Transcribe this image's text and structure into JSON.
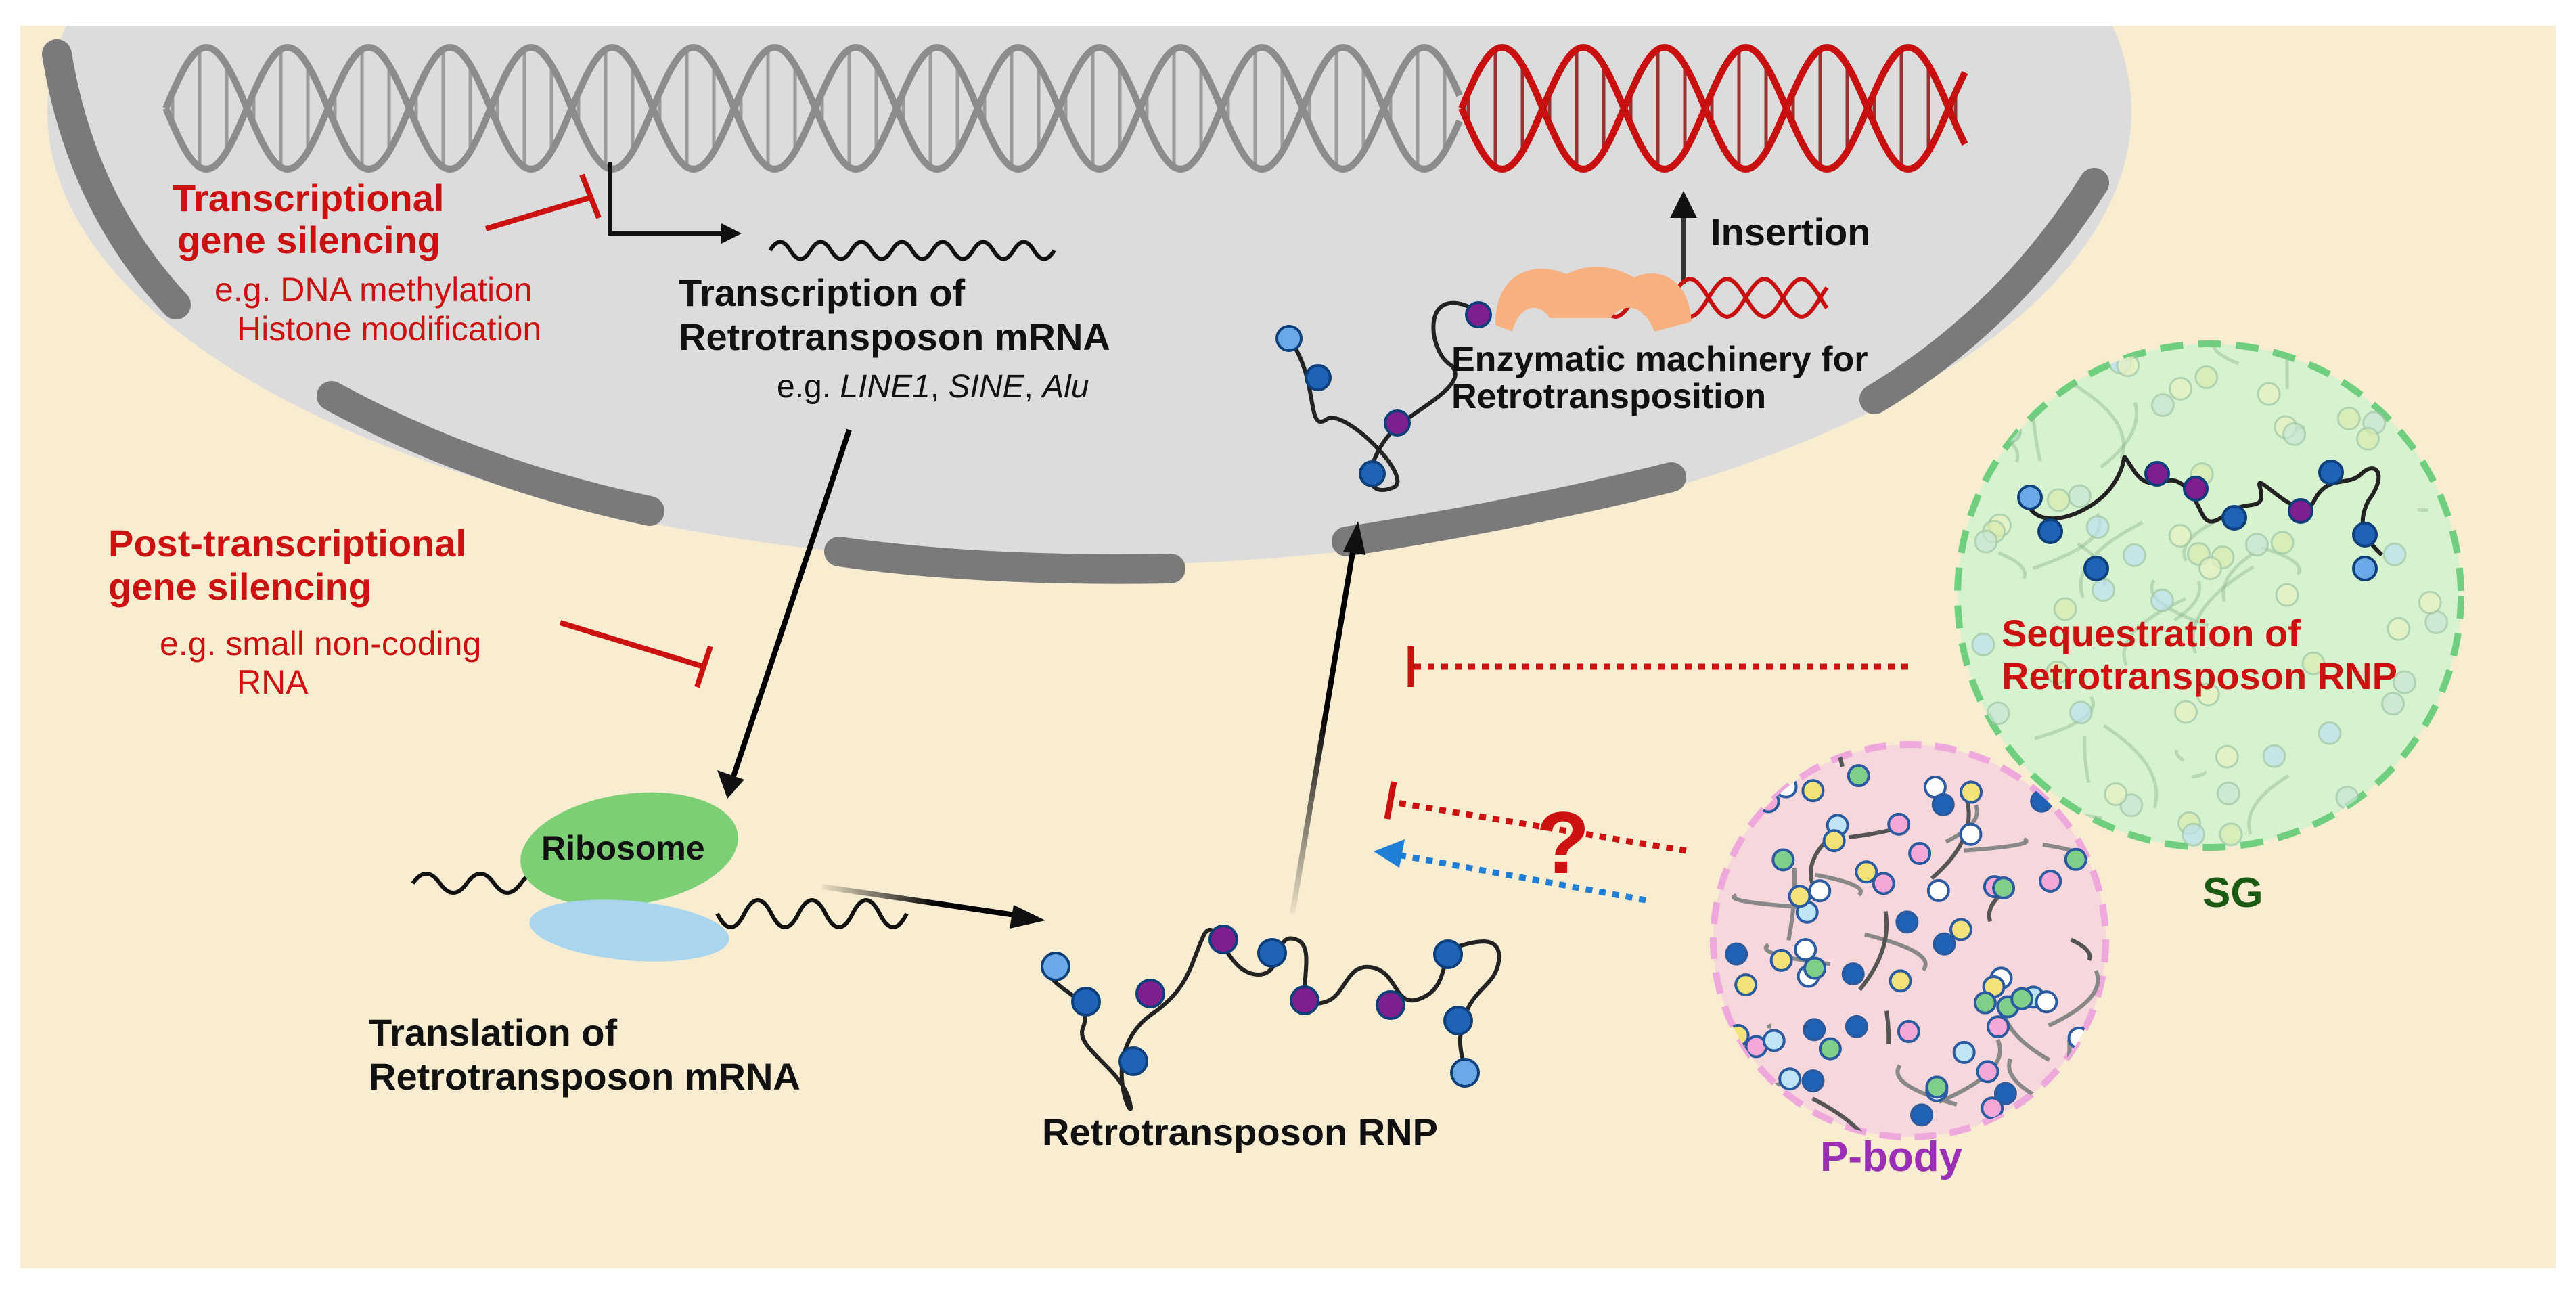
{
  "colors": {
    "cytoplasm": "#f8ecd1",
    "nucleus": "#dcdcdc",
    "envelope": "#7a7a7a",
    "silencing_red": "#cc1111",
    "dna_gray": "#8c8c8c",
    "dna_red": "#c81010",
    "sg_fill": "#d7f2cf",
    "sg_border": "#6fcf7f",
    "pbody_fill": "#f6d8dc",
    "pbody_border": "#eea8dc",
    "sg_label": "#1a5a12",
    "pbody_label": "#9a2fb5",
    "ribosome_top": "#7ccf74",
    "ribosome_bottom": "#a9d6ee",
    "enzyme": "#f7b07e",
    "rnp_blue": "#1e63b8",
    "rnp_purple": "#7f1f8f",
    "blue_dotted": "#1f7fd6"
  },
  "nucleus": {
    "transcriptional_silencing": {
      "line1": "Transcriptional",
      "line2": "gene silencing"
    },
    "transcriptional_examples": {
      "line1": "e.g. DNA methylation",
      "line2": "Histone modification"
    },
    "transcription": {
      "line1": "Transcription of",
      "line2": "Retrotransposon mRNA"
    },
    "transcription_examples": {
      "prefix": "e.g. ",
      "item1": "LINE1",
      "sep1": ", ",
      "item2": "SINE",
      "sep2": ", ",
      "item3": "Alu"
    },
    "insertion_label": "Insertion",
    "enzymatic": {
      "line1": "Enzymatic machinery for",
      "line2": "Retrotransposition"
    }
  },
  "cytoplasm": {
    "post_transcriptional": {
      "line1": "Post-transcriptional",
      "line2": "gene silencing"
    },
    "post_examples": {
      "line1": "e.g. small non-coding",
      "line2": "RNA"
    },
    "ribosome_label": "Ribosome",
    "translation": {
      "line1": "Translation of",
      "line2": "Retrotransposon mRNA"
    },
    "rnp_label": "Retrotransposon RNP",
    "question_mark": "?",
    "sequestration": {
      "line1": "Sequestration of",
      "line2": "Retrotransposon RNP"
    },
    "sg_label": "SG",
    "pbody_label": "P-body"
  }
}
